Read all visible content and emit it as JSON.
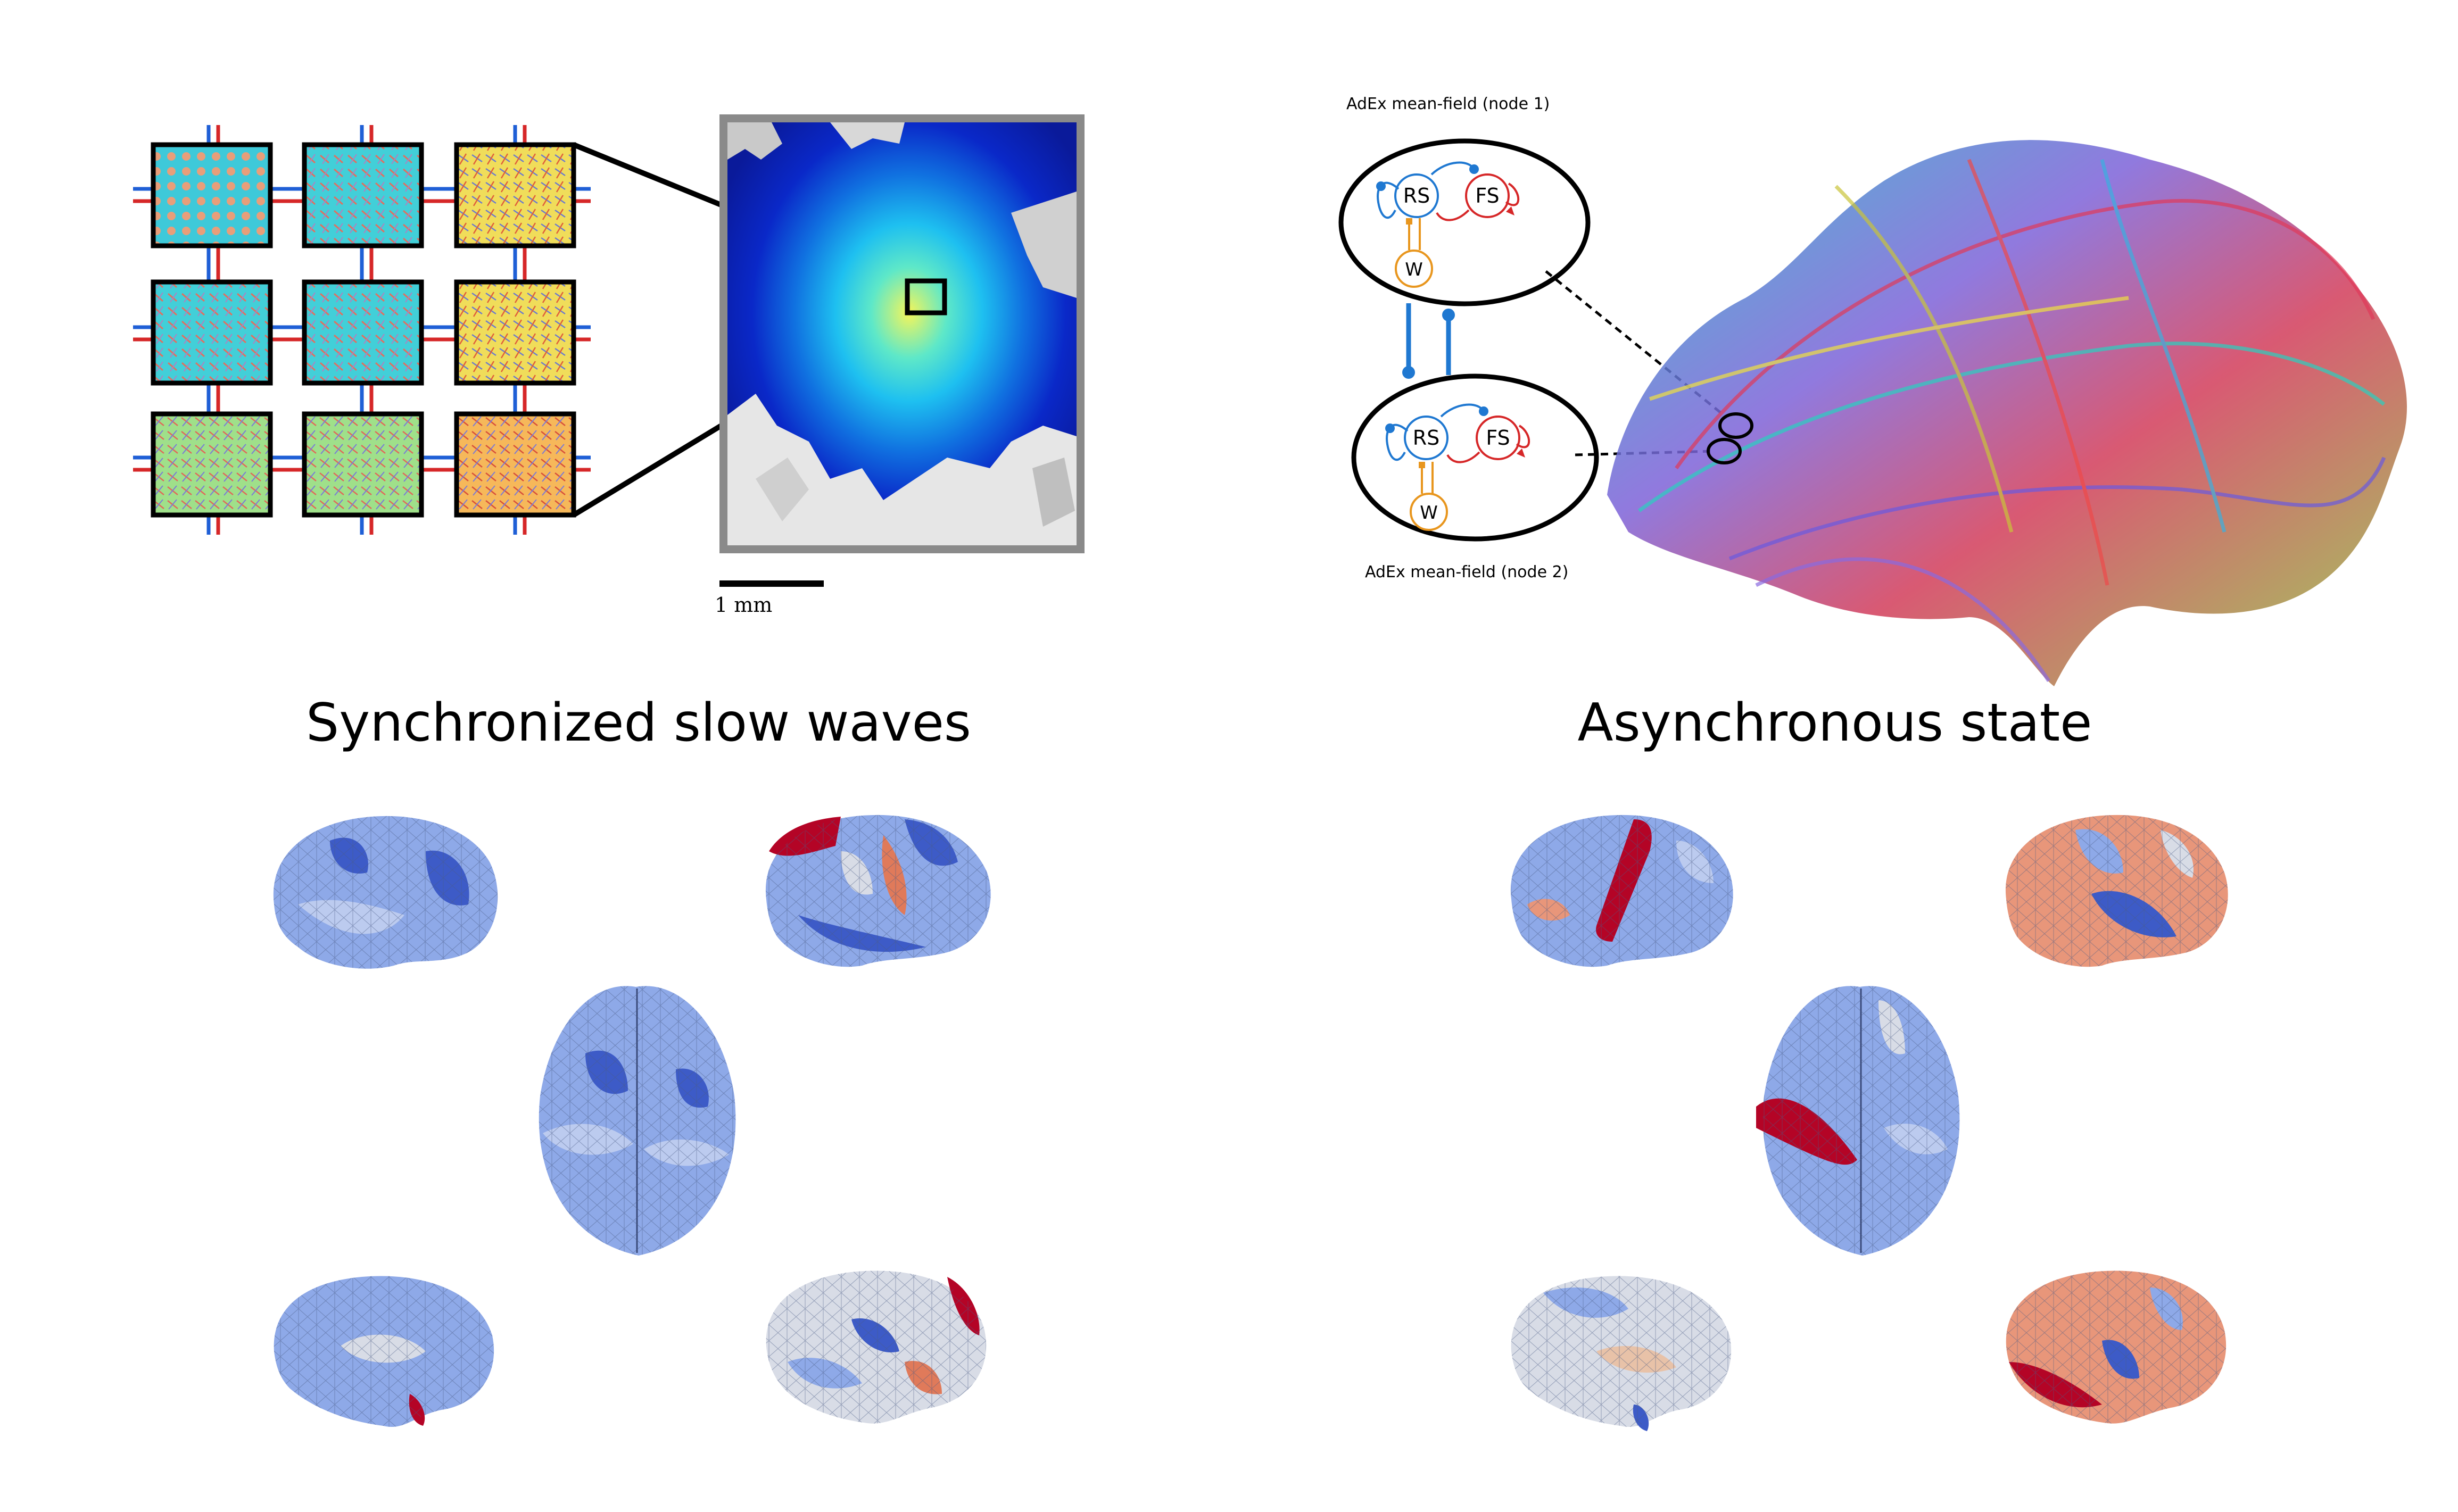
{
  "labels": {
    "scale_bar": "1 mm",
    "node1": "AdEx mean-field (node 1)",
    "node2": "AdEx mean-field (node 2)",
    "pop_rs": "RS",
    "pop_fs": "FS",
    "pop_w": "W",
    "title_left": "Synchronized slow waves",
    "title_right": "Asynchronous state"
  },
  "colors": {
    "rs": "#1f78d1",
    "fs": "#d62728",
    "w": "#e8961e",
    "brain_base": "#8ea9e8",
    "brain_dark": "#3d5bc7",
    "brain_red": "#b40426",
    "brain_salmon": "#e8967a",
    "brain_pale": "#d8dce6"
  },
  "icons": [
    "neural-grid-icon",
    "cortical-activity-map-icon",
    "tractography-brain-icon",
    "brain-surface-icon"
  ]
}
